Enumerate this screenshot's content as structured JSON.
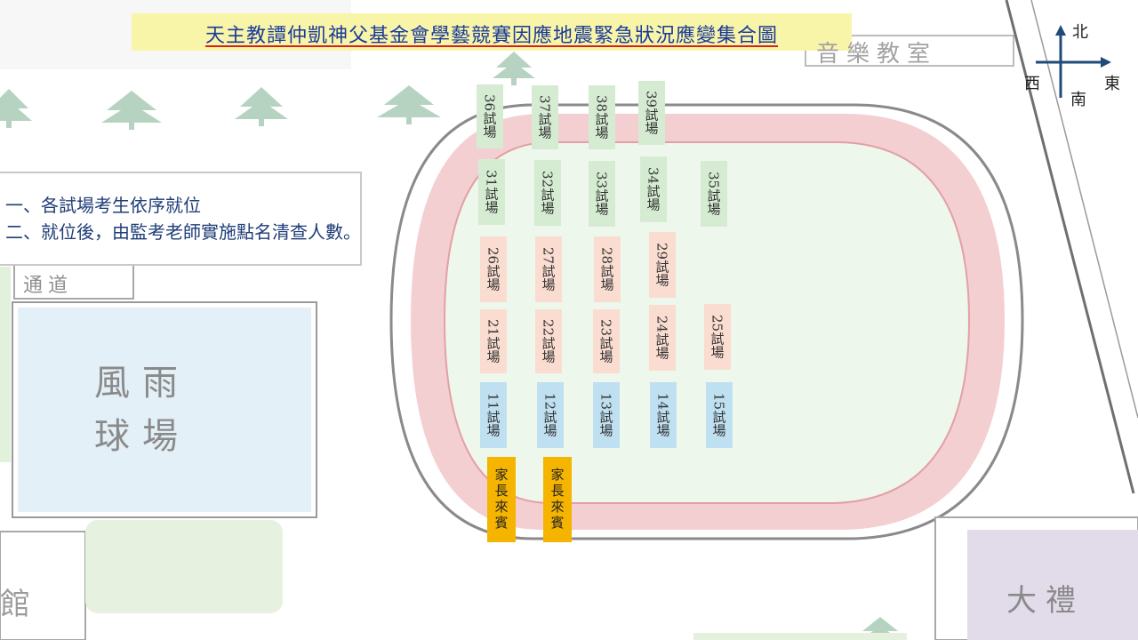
{
  "title": "天主教譚仲凱神父基金會學藝競賽因應地震緊急狀況應變集合圖",
  "instructions": [
    "一、各試場考生依序就位",
    "二、就位後，由監考老師實施點名清查人數。"
  ],
  "compass": {
    "north": "北",
    "south": "南",
    "east": "東",
    "west": "西"
  },
  "buildings": {
    "music_room": "音樂教室",
    "passage": "通道",
    "court_line1": "風雨",
    "court_line2": "球場",
    "hall_partial": "館",
    "auditorium_partial": "大禮"
  },
  "rooms": {
    "row36": [
      "36試場",
      "37試場",
      "38試場",
      "39試場"
    ],
    "row31": [
      "31試場",
      "32試場",
      "33試場",
      "34試場",
      "35試場"
    ],
    "row26": [
      "26試場",
      "27試場",
      "28試場",
      "29試場"
    ],
    "row21": [
      "21試場",
      "22試場",
      "23試場",
      "24試場",
      "25試場"
    ],
    "row11": [
      "11試場",
      "12試場",
      "13試場",
      "14試場",
      "15試場"
    ],
    "guests": [
      "家長來賓",
      "家長來賓"
    ]
  },
  "colors": {
    "title_bg": "#f9f5a8",
    "title_text": "#1a3a9c",
    "row_30s": "#d5ecd2",
    "row_20s": "#fadcd0",
    "row_10s": "#bfe0f1",
    "guests": "#f5b400",
    "track": "#f2c9cc"
  },
  "icons": [
    "tree-icon",
    "compass-arrow-icon"
  ]
}
